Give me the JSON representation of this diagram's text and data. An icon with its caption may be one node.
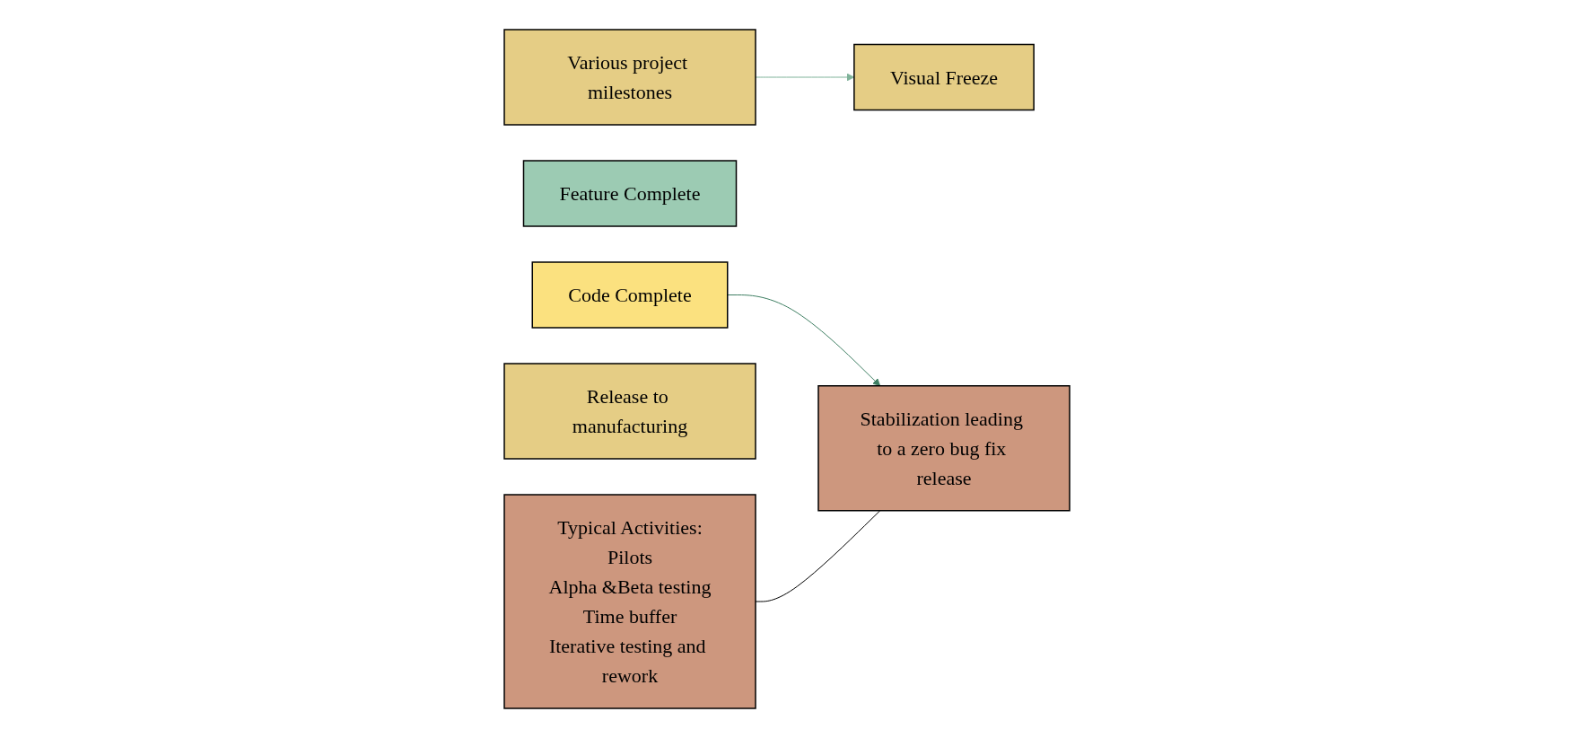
{
  "diagram": {
    "nodes": [
      {
        "text": [
          "Various project milestones"
        ]
      },
      {
        "text": [
          "Visual Freeze"
        ]
      },
      {
        "text": [
          "Feature Complete"
        ]
      },
      {
        "text": [
          "Code Complete"
        ]
      },
      {
        "text": [
          "Release to manufacturing"
        ]
      },
      {
        "text": [
          "Stabilization leading to a zero bug fix release"
        ]
      },
      {
        "text": [
          "Typical Activities:",
          "Pilots",
          "Alpha &Beta testing",
          "Time buffer",
          "Iterative testing and rework"
        ]
      }
    ],
    "edges": [
      {
        "from": 0,
        "to": 1,
        "arrow": "to",
        "color": "#80b39a"
      },
      {
        "from": 3,
        "to": 5,
        "arrow": "to",
        "color": "#3f7f63"
      },
      {
        "from": 6,
        "to": 5,
        "arrow": "none",
        "color": "#000000"
      }
    ]
  }
}
